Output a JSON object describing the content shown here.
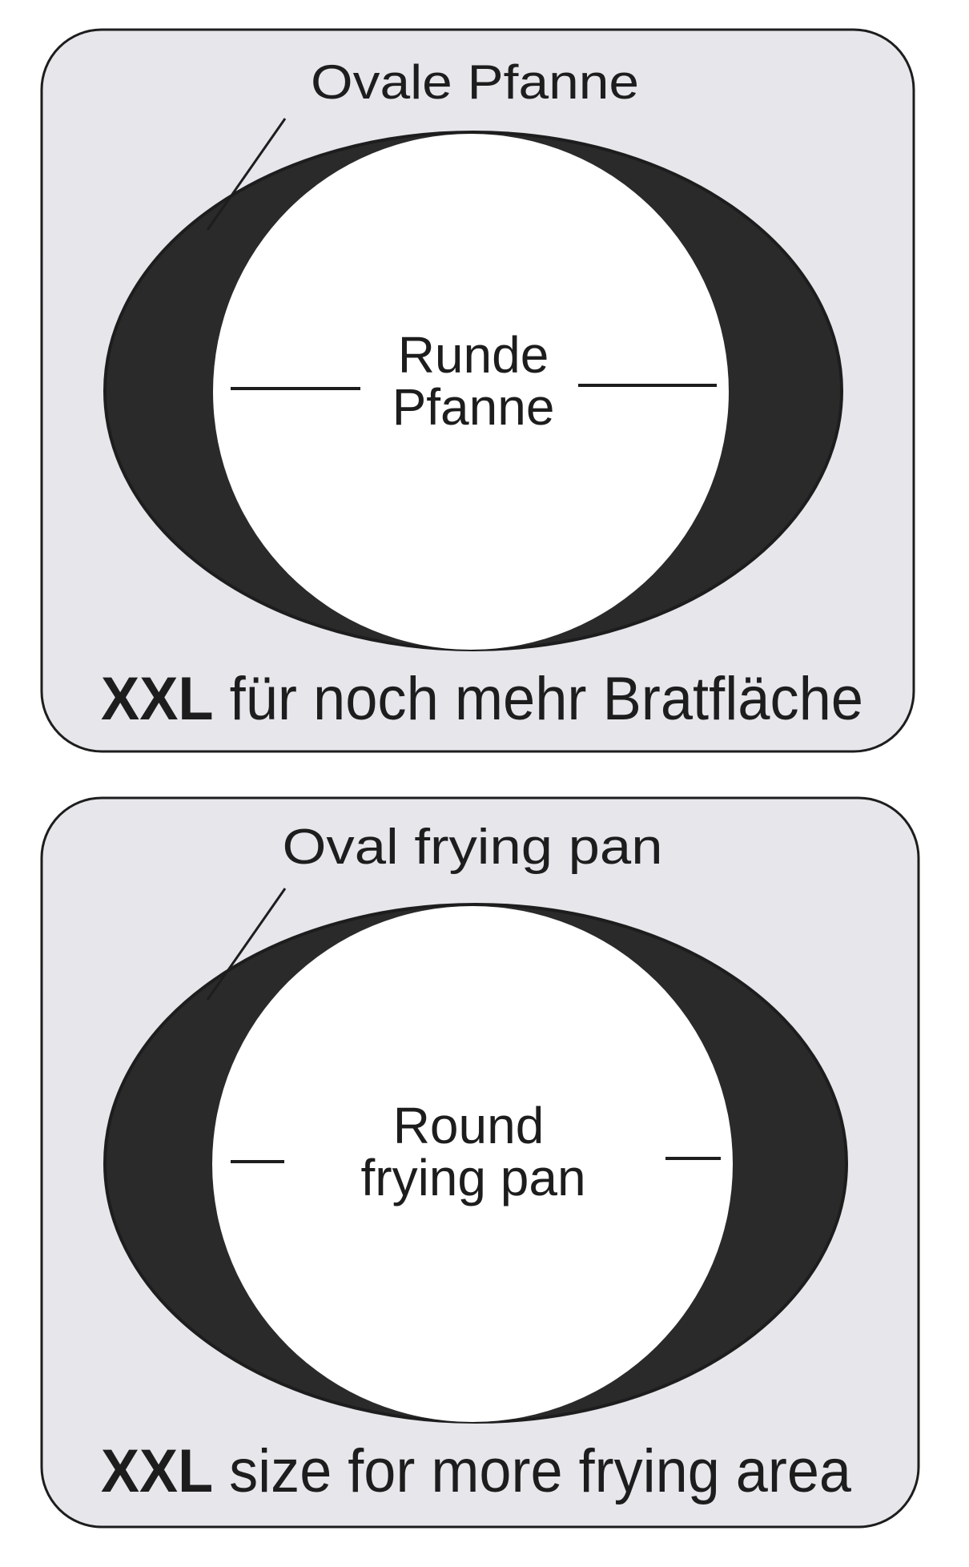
{
  "colors": {
    "panel": "#e7e6eb",
    "dark": "#2b2a2b",
    "stroke": "#1e1d1e",
    "round": "#ffffff"
  },
  "panels": [
    {
      "oval_label": "Ovale Pfanne",
      "round_label_line1": "Runde",
      "round_label_line2": "Pfanne",
      "caption_bold": "XXL",
      "caption_rest": " für noch mehr Bratfläche"
    },
    {
      "oval_label": "Oval frying pan",
      "round_label_line1": "Round",
      "round_label_line2": "frying pan",
      "caption_bold": "XXL",
      "caption_rest": " size for more frying area"
    }
  ]
}
